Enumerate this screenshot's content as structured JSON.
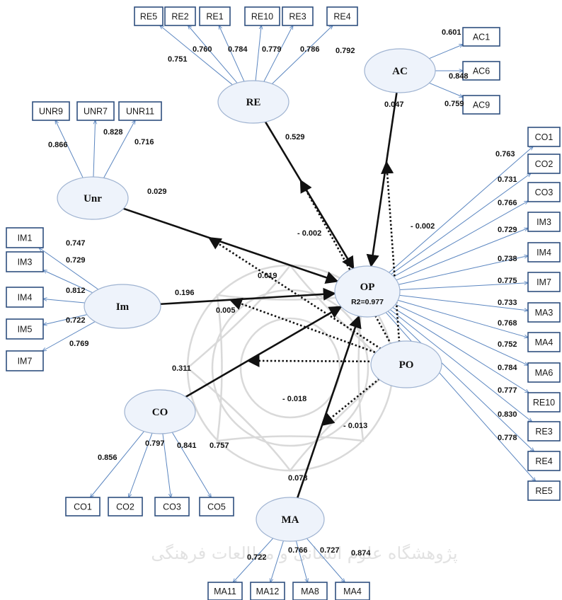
{
  "watermark_text": "پژوهشگاه علوم انسانی و مطالعات فرهنگی",
  "latents": {
    "RE": "RE",
    "AC": "AC",
    "Unr": "Unr",
    "Im": "Im",
    "OP": "OP",
    "OP_r2": "R2=0.977",
    "CO": "CO",
    "PO": "PO",
    "MA": "MA"
  },
  "indicators": {
    "RE": [
      {
        "label": "RE5",
        "loading": "0.751"
      },
      {
        "label": "RE2",
        "loading": "0.760"
      },
      {
        "label": "RE1",
        "loading": "0.784"
      },
      {
        "label": "RE10",
        "loading": "0.779"
      },
      {
        "label": "RE3",
        "loading": "0.786"
      },
      {
        "label": "RE4",
        "loading": "0.792"
      }
    ],
    "AC": [
      {
        "label": "AC1",
        "loading": "0.601"
      },
      {
        "label": "AC6",
        "loading": "0.848"
      },
      {
        "label": "AC9",
        "loading": "0.759"
      }
    ],
    "Unr": [
      {
        "label": "UNR9",
        "loading": "0.866"
      },
      {
        "label": "UNR7",
        "loading": "0.828"
      },
      {
        "label": "UNR11",
        "loading": "0.716"
      }
    ],
    "Im": [
      {
        "label": "IM1",
        "loading": "0.747"
      },
      {
        "label": "IM3",
        "loading": "0.729"
      },
      {
        "label": "IM4",
        "loading": "0.812"
      },
      {
        "label": "IM5",
        "loading": "0.722"
      },
      {
        "label": "IM7",
        "loading": "0.769"
      }
    ],
    "CO": [
      {
        "label": "CO1",
        "loading": "0.856"
      },
      {
        "label": "CO2",
        "loading": "0.797"
      },
      {
        "label": "CO3",
        "loading": "0.841"
      },
      {
        "label": "CO5",
        "loading": "0.757"
      }
    ],
    "MA": [
      {
        "label": "MA11",
        "loading": "0.722"
      },
      {
        "label": "MA12",
        "loading": "0.766"
      },
      {
        "label": "MA8",
        "loading": "0.727"
      },
      {
        "label": "MA4",
        "loading": "0.874"
      }
    ],
    "OP": [
      {
        "label": "CO1",
        "loading": "0.763"
      },
      {
        "label": "CO2",
        "loading": "0.731"
      },
      {
        "label": "CO3",
        "loading": "0.766"
      },
      {
        "label": "IM3",
        "loading": "0.729"
      },
      {
        "label": "IM4",
        "loading": "0.738"
      },
      {
        "label": "IM7",
        "loading": "0.775"
      },
      {
        "label": "MA3",
        "loading": "0.733"
      },
      {
        "label": "MA4",
        "loading": "0.768"
      },
      {
        "label": "MA6",
        "loading": "0.752"
      },
      {
        "label": "RE10",
        "loading": "0.784"
      },
      {
        "label": "RE3",
        "loading": "0.777"
      },
      {
        "label": "RE4",
        "loading": "0.830"
      },
      {
        "label": "RE5",
        "loading": "0.778"
      }
    ]
  },
  "paths": [
    {
      "from": "RE",
      "to": "OP",
      "coef": "0.529"
    },
    {
      "from": "AC",
      "to": "OP",
      "coef": "0.047"
    },
    {
      "from": "Unr",
      "to": "OP",
      "coef": "0.029"
    },
    {
      "from": "Im",
      "to": "OP",
      "coef": "0.196"
    },
    {
      "from": "CO",
      "to": "OP",
      "coef": "0.311"
    },
    {
      "from": "MA",
      "to": "OP",
      "coef": "0.078"
    }
  ],
  "moderation_paths": [
    {
      "target": "RE",
      "coef": "- 0.002"
    },
    {
      "target": "AC",
      "coef": "- 0.002"
    },
    {
      "target": "Unr",
      "coef": "0.019"
    },
    {
      "target": "Im",
      "coef": "0.005"
    },
    {
      "target": "CO",
      "coef": "- 0.018"
    },
    {
      "target": "MA",
      "coef": "- 0.013"
    }
  ]
}
